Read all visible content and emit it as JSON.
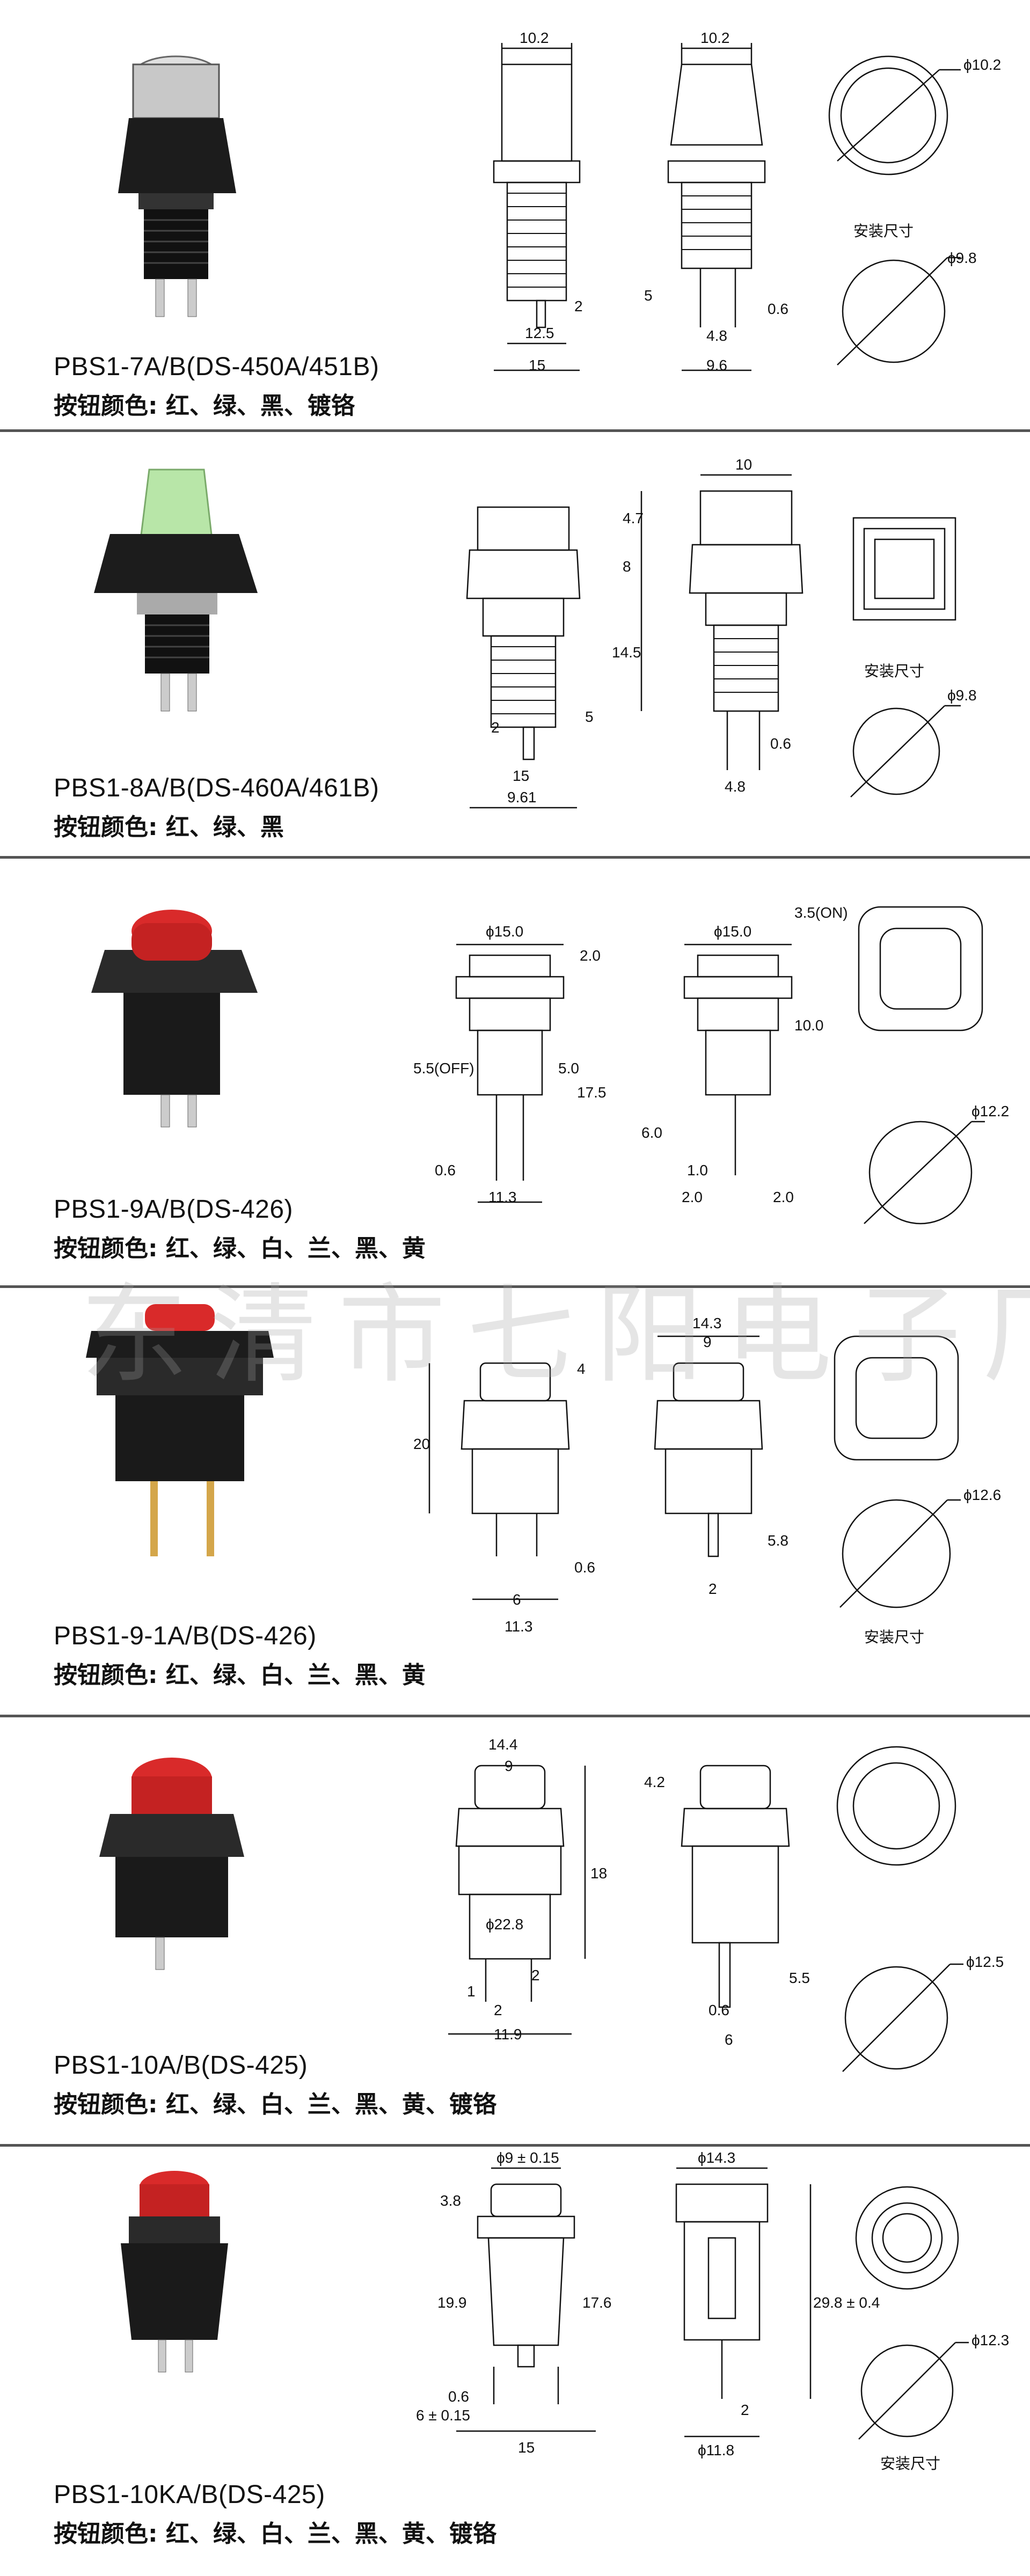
{
  "sections": [
    {
      "model": "PBS1-7A/B(DS-450A/451B)",
      "colors": "按钮颜色: 红、绿、黑、镀铬",
      "dims": {
        "d1": "10.2",
        "d2": "10.2",
        "phi1": "ϕ10.2",
        "install": "安装尺寸",
        "phi2": "ϕ9.8",
        "a": "12.5",
        "b": "15",
        "c": "2",
        "d": "5",
        "e": "4.8",
        "f": "9.6",
        "g": "0.6"
      }
    },
    {
      "model": "PBS1-8A/B(DS-460A/461B)",
      "colors": "按钮颜色: 红、绿、黑",
      "dims": {
        "top": "10",
        "h1": "4.7",
        "h2": "8",
        "h3": "14.5",
        "a": "5",
        "b": "2",
        "c": "15",
        "d": "9.61",
        "e": "4.8",
        "f": "0.6",
        "install": "安装尺寸",
        "phi": "ϕ9.8"
      }
    },
    {
      "model": "PBS1-9A/B(DS-426)",
      "colors": "按钮颜色: 红、绿、白、兰、黑、黄",
      "dims": {
        "phi1": "ϕ15.0",
        "phi2": "ϕ15.0",
        "h1": "2.0",
        "off": "5.5(OFF)",
        "h2": "5.0",
        "h3": "17.5",
        "on": "3.5(ON)",
        "h4": "10.0",
        "h5": "6.0",
        "a": "0.6",
        "b": "11.3",
        "c": "1.0",
        "d": "2.0",
        "e": "2.0",
        "phi3": "ϕ12.2"
      }
    },
    {
      "model": "PBS1-9-1A/B(DS-426)",
      "colors": "按钮颜色: 红、绿、白、兰、黑、黄",
      "dims": {
        "w1": "14.3",
        "w2": "9",
        "h1": "4",
        "h2": "20",
        "a": "0.6",
        "b": "6",
        "c": "11.3",
        "d": "5.8",
        "e": "2",
        "phi": "ϕ12.6",
        "install": "安装尺寸"
      }
    },
    {
      "model": "PBS1-10A/B(DS-425)",
      "colors": "按钮颜色: 红、绿、白、兰、黑、黄、镀铬",
      "dims": {
        "w1": "14.4",
        "w2": "9",
        "h1": "4.2",
        "h2": "18",
        "phi1": "ϕ22.8",
        "a": "2",
        "b": "1",
        "c": "2",
        "d": "11.9",
        "e": "5.5",
        "f": "0.6",
        "g": "6",
        "phi2": "ϕ12.5"
      }
    },
    {
      "model": "PBS1-10KA/B(DS-425)",
      "colors": "按钮颜色: 红、绿、白、兰、黑、黄、镀铬",
      "dims": {
        "t1": "ϕ9 ± 0.15",
        "t2": "ϕ14.3",
        "h1": "3.8",
        "h2": "19.9",
        "h3": "17.6",
        "h4": "29.8 ± 0.4",
        "a": "0.6",
        "b": "6 ± 0.15",
        "c": "15",
        "d": "2",
        "e": "ϕ11.8",
        "phi": "ϕ12.3",
        "install": "安装尺寸"
      }
    }
  ],
  "watermark": "东清市七阳电子厂",
  "colors_palette": {
    "body": "#1c1c1c",
    "chrome": "#d8d8d8",
    "green": "#b8e6a8",
    "red": "#d92a2a",
    "pin": "#d4a64a"
  }
}
